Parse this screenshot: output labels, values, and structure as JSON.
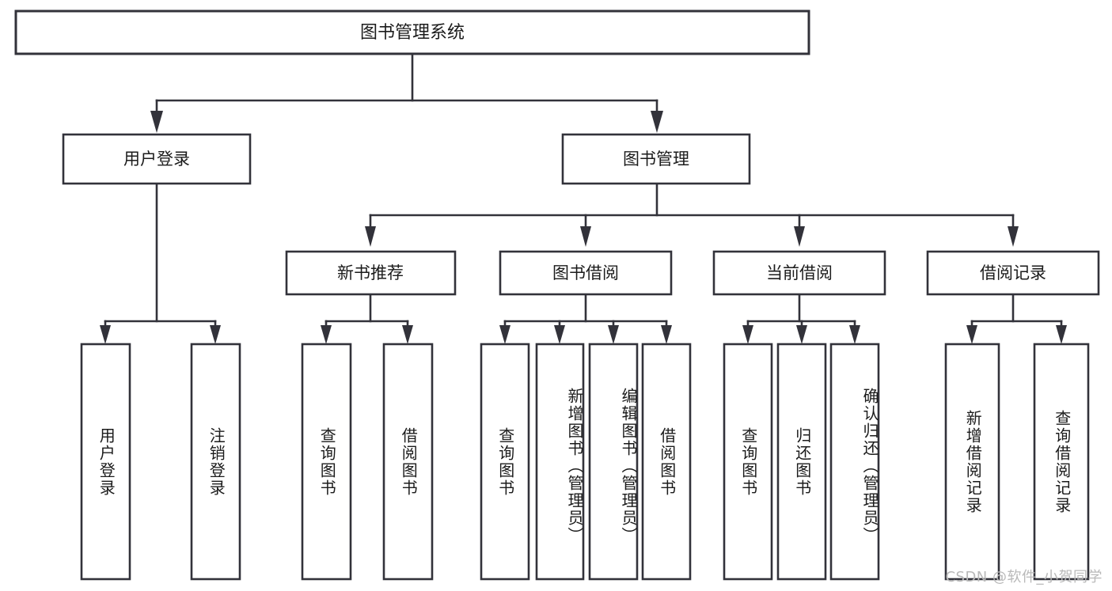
{
  "diagram": {
    "type": "tree-hierarchy-flowchart",
    "title": "图书管理系统",
    "watermark": "CSDN @软件_小贺同学",
    "colors": {
      "background": "#ffffff",
      "stroke": "#32323a",
      "text": "#1b1b1b",
      "watermark": "#b9b9b9"
    },
    "levels": {
      "level1": [
        "图书管理系统"
      ],
      "level2": [
        "用户登录",
        "图书管理"
      ],
      "level3": [
        "新书推荐",
        "图书借阅",
        "当前借阅",
        "借阅记录"
      ],
      "level4": [
        "用户登录",
        "注销登录",
        "查询图书",
        "借阅图书",
        "查询图书",
        "新增图书（管理员）",
        "编辑图书（管理员）",
        "借阅图书",
        "查询图书",
        "归还图书",
        "确认归还（管理员）",
        "新增借阅记录",
        "查询借阅记录"
      ]
    },
    "nodes": {
      "root": {
        "label": "图书管理系统"
      },
      "user_login": {
        "label": "用户登录"
      },
      "book_manage": {
        "label": "图书管理"
      },
      "new_book_rec": {
        "label": "新书推荐"
      },
      "book_borrow": {
        "label": "图书借阅"
      },
      "current_borrow": {
        "label": "当前借阅"
      },
      "borrow_record": {
        "label": "借阅记录"
      },
      "leaf_user_login": {
        "label": "用户登录"
      },
      "leaf_user_logout": {
        "label": "注销登录"
      },
      "leaf_query_book_1": {
        "label": "查询图书"
      },
      "leaf_borrow_book_1": {
        "label": "借阅图书"
      },
      "leaf_query_book_2": {
        "label": "查询图书"
      },
      "leaf_add_book": {
        "label": "新增图书（管理员）"
      },
      "leaf_edit_book": {
        "label": "编辑图书（管理员）"
      },
      "leaf_borrow_book_2": {
        "label": "借阅图书"
      },
      "leaf_query_book_3": {
        "label": "查询图书"
      },
      "leaf_return_book": {
        "label": "归还图书"
      },
      "leaf_confirm_return": {
        "label": "确认归还（管理员）"
      },
      "leaf_add_record": {
        "label": "新增借阅记录"
      },
      "leaf_query_record": {
        "label": "查询借阅记录"
      }
    },
    "edges": [
      {
        "from": "root",
        "to": "user_login"
      },
      {
        "from": "root",
        "to": "book_manage"
      },
      {
        "from": "user_login",
        "to": "leaf_user_login"
      },
      {
        "from": "user_login",
        "to": "leaf_user_logout"
      },
      {
        "from": "book_manage",
        "to": "new_book_rec"
      },
      {
        "from": "book_manage",
        "to": "book_borrow"
      },
      {
        "from": "book_manage",
        "to": "current_borrow"
      },
      {
        "from": "book_manage",
        "to": "borrow_record"
      },
      {
        "from": "new_book_rec",
        "to": "leaf_query_book_1"
      },
      {
        "from": "new_book_rec",
        "to": "leaf_borrow_book_1"
      },
      {
        "from": "book_borrow",
        "to": "leaf_query_book_2"
      },
      {
        "from": "book_borrow",
        "to": "leaf_add_book"
      },
      {
        "from": "book_borrow",
        "to": "leaf_edit_book"
      },
      {
        "from": "book_borrow",
        "to": "leaf_borrow_book_2"
      },
      {
        "from": "current_borrow",
        "to": "leaf_query_book_3"
      },
      {
        "from": "current_borrow",
        "to": "leaf_return_book"
      },
      {
        "from": "current_borrow",
        "to": "leaf_confirm_return"
      },
      {
        "from": "borrow_record",
        "to": "leaf_add_record"
      },
      {
        "from": "borrow_record",
        "to": "leaf_query_record"
      }
    ]
  }
}
